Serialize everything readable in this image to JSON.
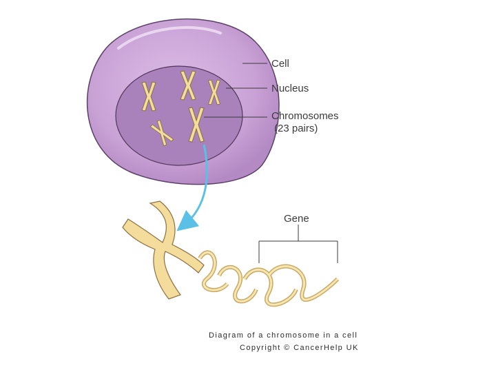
{
  "labels": {
    "cell": "Cell",
    "nucleus": "Nucleus",
    "chromosomes": "Chromosomes",
    "chromosomes_count": "(23 pairs)",
    "gene": "Gene"
  },
  "caption": {
    "line1": "Diagram of a chromosome in a cell",
    "line2": "Copyright © CancerHelp UK"
  },
  "colors": {
    "cytoplasm": "#c9a2d6",
    "nucleus": "#a982bb",
    "chromosome": "#f3dc9c",
    "arrow": "#5bc0e6"
  }
}
